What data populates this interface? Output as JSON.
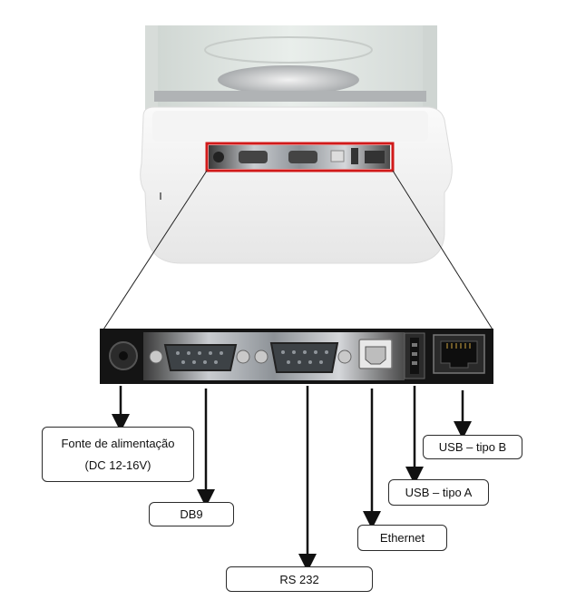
{
  "labels": {
    "power_line1": "Fonte de alimentação",
    "power_line2": "(DC 12-16V)",
    "db9": "DB9",
    "rs232": "RS 232",
    "ethernet": "Ethernet",
    "usb_a": "USB – tipo A",
    "usb_b": "USB – tipo B"
  },
  "colors": {
    "highlight_box": "#d11a1a",
    "arrow": "#111111",
    "panel_dark": "#141414",
    "panel_metal": "#b9bcc0"
  }
}
